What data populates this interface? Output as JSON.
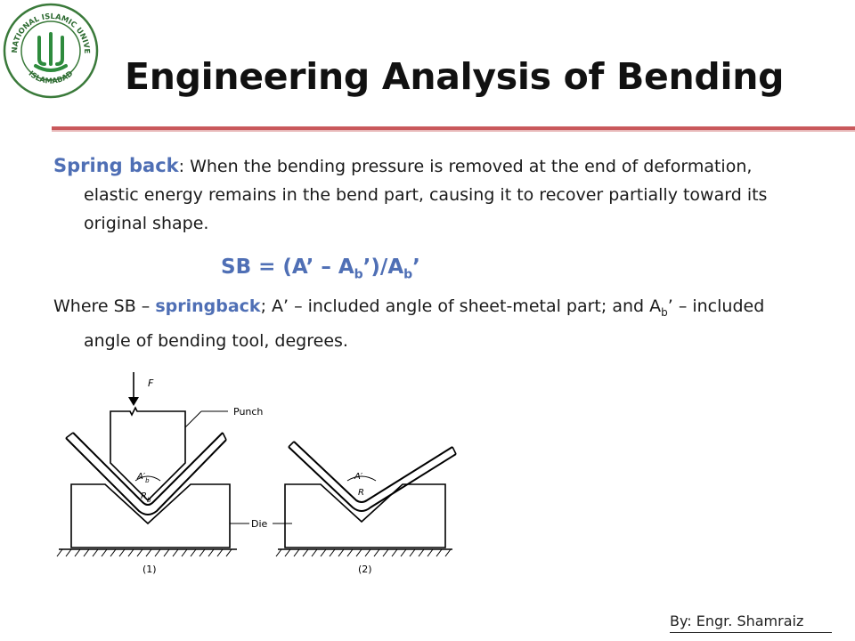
{
  "logo": {
    "top_text": "INTERNATIONAL ISLAMIC UNIVERSITY",
    "bottom_text": "ISLAMABAD",
    "colors": {
      "green": "#2e8b3d",
      "ring": "#3a7a3a"
    }
  },
  "title": "Engineering Analysis of Bending",
  "paragraph1": {
    "term": "Spring back",
    "text": ": When the bending pressure is removed at the end of deformation, elastic energy remains in the bend part, causing it to recover partially toward its original shape."
  },
  "formula": {
    "lhs": "SB = (A’ – A",
    "sub1": "b",
    "mid": "’)/A",
    "sub2": "b",
    "end": "’"
  },
  "paragraph2": {
    "t1": "Where SB – ",
    "term": "springback",
    "t2": "; A’ – included angle of sheet-metal part; and A",
    "sub": "b",
    "t3": "’ – included angle of bending tool, degrees."
  },
  "figure": {
    "force_label": "F",
    "punch_label": "Punch",
    "die_label": "Die",
    "angle1": "A′",
    "angle1_sub": "b",
    "radius1": "R",
    "radius1_sub": "b",
    "angle2": "A′",
    "radius2": "R",
    "caption1": "(1)",
    "caption2": "(2)"
  },
  "footer": {
    "by": "By",
    "author": ": Engr. Shamraiz"
  },
  "colors": {
    "accent": "#4f6fb5",
    "rule": "#c9585b"
  }
}
